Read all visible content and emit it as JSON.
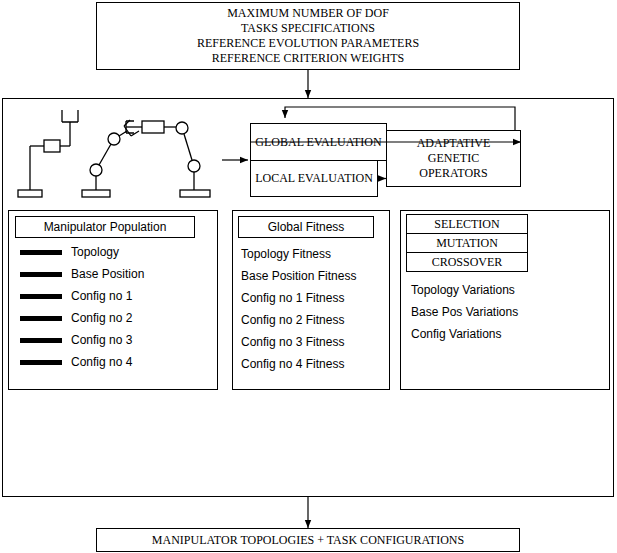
{
  "diagram": {
    "nodes": [
      {
        "text": [
          "MAXIMUM  NUMBER OF DOF",
          "TASKS SPECIFICATIONS",
          "REFERENCE EVOLUTION PARAMETERS",
          "REFERENCE CRITERION WEIGHTS"
        ]
      },
      {
        "text": []
      },
      {
        "text": [
          "GLOBAL EVALUATION"
        ],
        "in": 1
      },
      {
        "text": [
          "LOCAL EVALUATION"
        ],
        "in": 1
      },
      {
        "text": [
          "ADAPTATIVE GENETIC OPERATORS"
        ],
        "in": 1
      },
      {
        "text": [
          "Topology",
          "Base Position",
          "Config no 1",
          "Config no 2",
          "Config no 3",
          "Config no 4"
        ],
        "in": 1
      },
      {
        "text": [
          "Manipulator Population"
        ],
        "in": 5
      },
      {
        "text": [
          "Topology Fitness",
          "Base Position Fitness",
          "Config no 1 Fitness",
          "Config no 2 Fitness",
          "Config no 3 Fitness",
          "Config no 4 Fitness"
        ],
        "in": 1
      },
      {
        "text": [
          "Global Fitness"
        ],
        "in": 7
      },
      {
        "text": [
          "Topology Variations",
          "Base Pos Variations",
          "Config Variations"
        ],
        "in": 1
      },
      {
        "text": [
          "SELECTION"
        ],
        "in": 9
      },
      {
        "text": [
          "MUTATION"
        ],
        "in": 9
      },
      {
        "text": [
          "CROSSOVER"
        ],
        "in": 9
      },
      {
        "text": [
          "MANIPULATOR  TOPOLOGIES + TASK CONFIGURATIONS"
        ]
      }
    ],
    "edges": [
      {
        "from": 0,
        "to": 1,
        "arrow": "to"
      },
      {
        "from": 2,
        "to": 4,
        "arrow": "to"
      },
      {
        "from": 3,
        "to": 4,
        "arrow": "to"
      },
      {
        "from": 1,
        "to": 13,
        "arrow": "to"
      }
    ]
  }
}
